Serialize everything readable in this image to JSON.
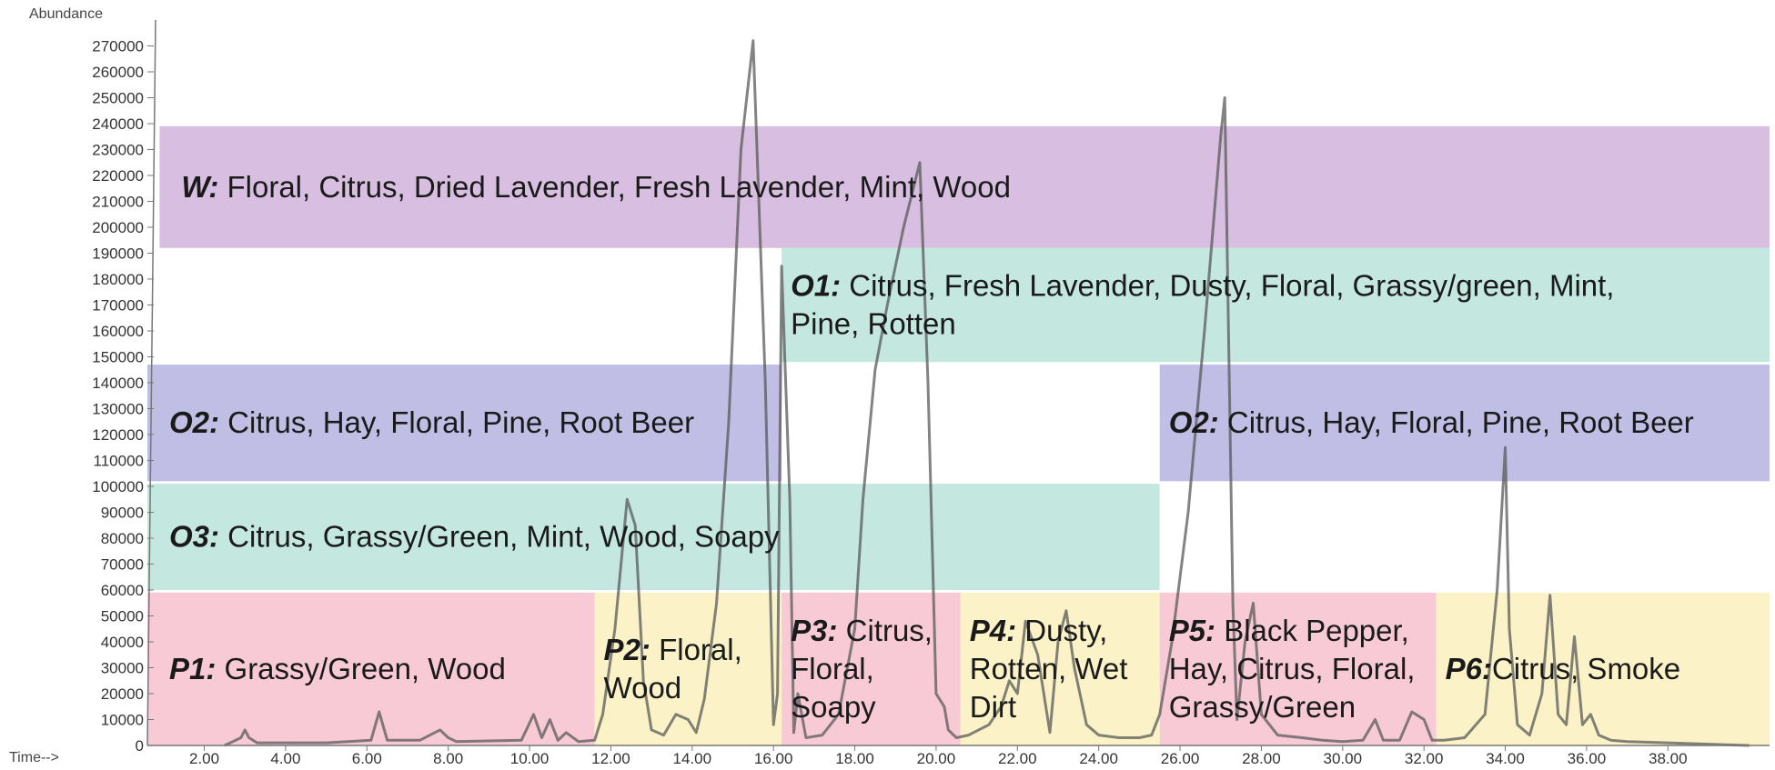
{
  "chart_data": {
    "type": "line",
    "xlabel": "Time-->",
    "ylabel": "Abundance",
    "xlim": [
      0.6,
      40.5
    ],
    "ylim": [
      0,
      280000
    ],
    "xticks": [
      "2.00",
      "4.00",
      "6.00",
      "8.00",
      "10.00",
      "12.00",
      "14.00",
      "16.00",
      "18.00",
      "20.00",
      "22.00",
      "24.00",
      "26.00",
      "28.00",
      "30.00",
      "32.00",
      "34.00",
      "36.00",
      "38.00"
    ],
    "yticks": [
      "0",
      "10000",
      "20000",
      "30000",
      "40000",
      "50000",
      "60000",
      "70000",
      "80000",
      "90000",
      "100000",
      "110000",
      "120000",
      "130000",
      "140000",
      "150000",
      "160000",
      "170000",
      "180000",
      "190000",
      "200000",
      "210000",
      "220000",
      "230000",
      "240000",
      "250000",
      "260000",
      "270000"
    ],
    "series": [
      {
        "x": [
          2.5,
          2.9,
          3.0,
          3.1,
          3.3,
          5.0,
          6.1,
          6.3,
          6.5,
          7.3,
          7.8,
          8.0,
          8.2,
          9.8,
          10.1,
          10.3,
          10.5,
          10.7,
          10.9,
          11.2,
          11.6,
          11.8,
          12.1,
          12.4,
          12.6,
          12.8,
          13.0,
          13.3,
          13.6,
          13.9,
          14.1,
          14.3,
          14.6,
          14.9,
          15.2,
          15.5,
          15.8,
          16.0,
          16.1,
          16.2,
          16.4,
          16.5,
          16.6,
          16.8,
          17.2,
          17.6,
          18.0,
          18.2,
          18.5,
          18.8,
          19.2,
          19.6,
          19.8,
          20.0,
          20.2,
          20.3,
          20.5,
          20.8,
          21.3,
          21.6,
          21.8,
          22.0,
          22.2,
          22.5,
          22.8,
          23.0,
          23.2,
          23.4,
          23.7,
          24.0,
          24.5,
          25.0,
          25.3,
          25.5,
          25.8,
          26.2,
          26.6,
          27.0,
          27.1,
          27.3,
          27.4,
          27.6,
          27.8,
          28.0,
          28.4,
          29.0,
          29.5,
          30.0,
          30.5,
          30.8,
          31.0,
          31.4,
          31.7,
          32.0,
          32.2,
          32.5,
          33.0,
          33.5,
          33.8,
          34.0,
          34.1,
          34.3,
          34.6,
          34.9,
          35.1,
          35.3,
          35.5,
          35.7,
          35.9,
          36.1,
          36.3,
          36.6,
          37.0,
          38.0,
          39.0,
          40.0
        ],
        "y": [
          0,
          3000,
          6000,
          3000,
          1000,
          1000,
          2000,
          13000,
          2000,
          2000,
          6000,
          3000,
          1500,
          2000,
          12000,
          3000,
          10000,
          2000,
          5000,
          1500,
          2000,
          12000,
          45000,
          95000,
          85000,
          25000,
          6000,
          4000,
          12000,
          10000,
          5000,
          18000,
          55000,
          125000,
          230000,
          272000,
          140000,
          8000,
          20000,
          185000,
          95000,
          5000,
          20000,
          3000,
          4000,
          12000,
          45000,
          95000,
          145000,
          170000,
          200000,
          225000,
          140000,
          20000,
          15000,
          6000,
          3000,
          4000,
          8000,
          15000,
          25000,
          20000,
          48000,
          35000,
          5000,
          40000,
          52000,
          30000,
          8000,
          4000,
          3000,
          3000,
          4000,
          12000,
          40000,
          90000,
          160000,
          235000,
          250000,
          55000,
          10000,
          40000,
          55000,
          12000,
          4000,
          3000,
          2000,
          1500,
          2000,
          10000,
          2000,
          2000,
          13000,
          10000,
          2000,
          2000,
          3000,
          12000,
          60000,
          115000,
          45000,
          8000,
          4000,
          20000,
          58000,
          12000,
          8000,
          42000,
          8000,
          12000,
          4000,
          2000,
          1500,
          1000,
          500,
          0
        ]
      }
    ],
    "bands": [
      {
        "code": "W:",
        "text": " Floral, Citrus, Dried Lavender, Fresh Lavender, Mint, Wood",
        "x0": 0.9,
        "x1": 40.5,
        "y0": 192000,
        "y1": 239000,
        "color": "#d5b8dd"
      },
      {
        "code": "O1:",
        "text_lines": [
          " Citrus, Fresh Lavender, Dusty, Floral, Grassy/green, Mint,",
          "Pine, Rotten"
        ],
        "x0": 16.2,
        "x1": 40.5,
        "y0": 148000,
        "y1": 192000,
        "color": "#bfe6dc"
      },
      {
        "code": "O2:",
        "text": " Citrus, Hay, Floral, Pine, Root Beer",
        "x0": 0.6,
        "x1": 16.2,
        "y0": 102000,
        "y1": 147000,
        "color": "#bbb9e3"
      },
      {
        "code": "O2:",
        "text": " Citrus, Hay, Floral, Pine, Root Beer",
        "x0": 25.5,
        "x1": 40.5,
        "y0": 102000,
        "y1": 147000,
        "color": "#bbb9e3"
      },
      {
        "code": "O3:",
        "text": " Citrus, Grassy/Green, Mint, Wood, Soapy",
        "x0": 0.6,
        "x1": 25.5,
        "y0": 60000,
        "y1": 101000,
        "color": "#bfe6dc"
      },
      {
        "code": "P1:",
        "text": " Grassy/Green, Wood",
        "x0": 0.6,
        "x1": 11.6,
        "y0": 0,
        "y1": 59000,
        "color": "#f6c6d2"
      },
      {
        "code": "P2:",
        "text_lines": [
          " Floral,",
          "Wood"
        ],
        "x0": 11.6,
        "x1": 16.2,
        "y0": 0,
        "y1": 59000,
        "color": "#fbf2c2"
      },
      {
        "code": "P3:",
        "text_lines": [
          " Citrus,",
          "Floral,",
          "Soapy"
        ],
        "x0": 16.2,
        "x1": 20.6,
        "y0": 0,
        "y1": 59000,
        "color": "#f6c6d2"
      },
      {
        "code": "P4:",
        "text_lines": [
          " Dusty,",
          "Rotten, Wet",
          "Dirt"
        ],
        "x0": 20.6,
        "x1": 25.5,
        "y0": 0,
        "y1": 59000,
        "color": "#fbf2c2"
      },
      {
        "code": "P5:",
        "text_lines": [
          " Black Pepper,",
          "Hay, Citrus, Floral,",
          "Grassy/Green"
        ],
        "x0": 25.5,
        "x1": 32.3,
        "y0": 0,
        "y1": 59000,
        "color": "#f6c6d2"
      },
      {
        "code": "P6:",
        "text": "Citrus, Smoke",
        "x0": 32.3,
        "x1": 40.5,
        "y0": 0,
        "y1": 59000,
        "color": "#fbf2c2"
      }
    ],
    "grid": false,
    "legend": "none"
  }
}
